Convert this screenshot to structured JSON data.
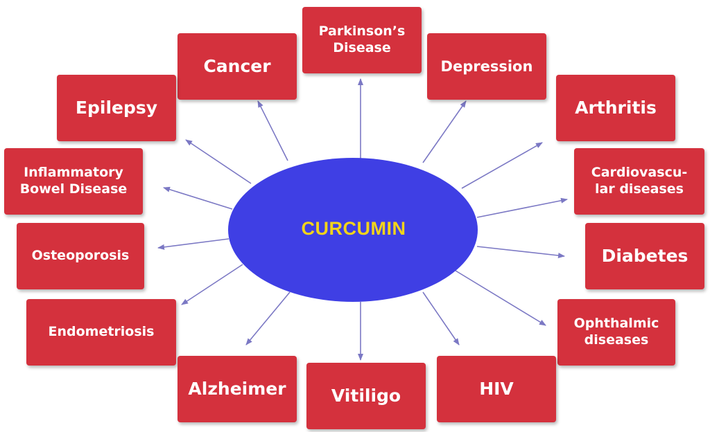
{
  "center": {
    "label": "CURCUMIN",
    "fill": "#3f3fe4",
    "label_color": "#f2d31b"
  },
  "box_color": "#d4313d",
  "arrow_color": "#7b78c4",
  "diseases": {
    "parkinsons": "Parkinson’s\nDisease",
    "cancer": "Cancer",
    "depression": "Depression",
    "epilepsy": "Epilepsy",
    "arthritis": "Arthritis",
    "ibd": "Inflammatory\nBowel Disease",
    "cardiovascular": "Cardiovascu-\nlar diseases",
    "osteoporosis": "Osteoporosis",
    "diabetes": "Diabetes",
    "endometriosis": "Endometriosis",
    "ophthalmic": "Ophthalmic\ndiseases",
    "alzheimer": "Alzheimer",
    "vitiligo": "Vitiligo",
    "hiv": "HIV"
  }
}
